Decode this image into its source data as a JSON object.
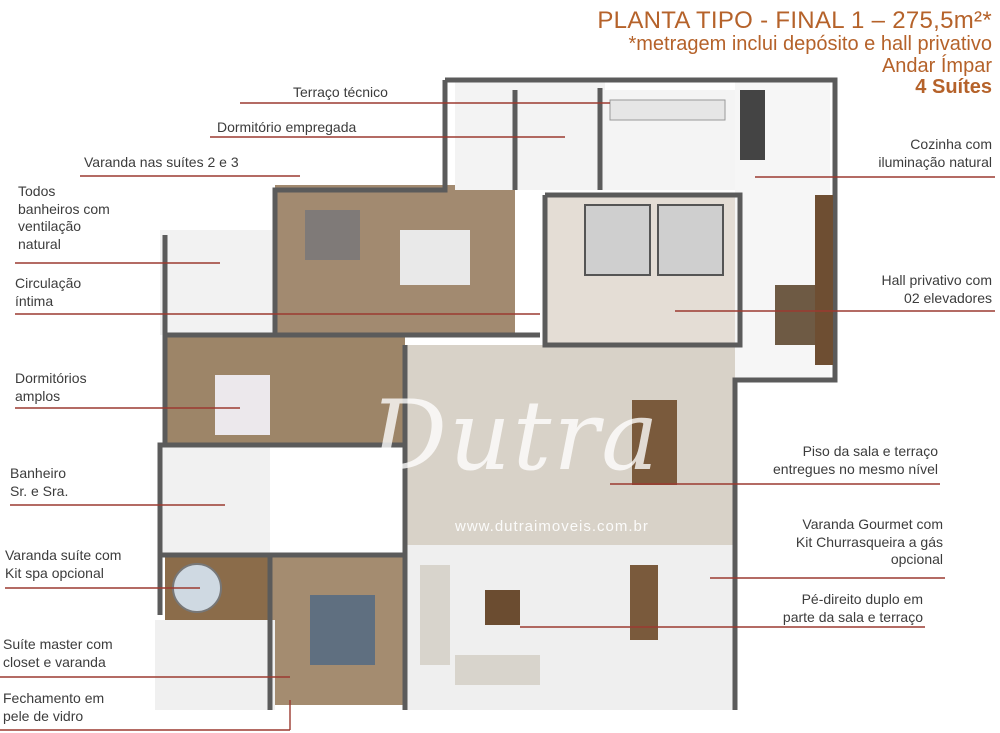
{
  "header": {
    "title": "PLANTA TIPO - FINAL 1 – 275,5m²*",
    "note": "*metragem inclui depósito e hall privativo",
    "floor": "Andar Ímpar",
    "suites": "4 Suítes"
  },
  "labels": {
    "terraco_tecnico": "Terraço técnico",
    "dormitorio_empregada": "Dormitório empregada",
    "varanda_suites": "Varanda nas suítes 2 e 3",
    "banheiros": "Todos\nbanheiros com\nventilação\nnatural",
    "circulacao": "Circulação\níntima",
    "dormitorios": "Dormitórios\namplos",
    "banheiro_sr": "Banheiro\nSr. e Sra.",
    "varanda_spa": "Varanda suíte com\nKit spa opcional",
    "suite_master": "Suíte master com\ncloset e varanda",
    "fechamento": "Fechamento em\npele de vidro",
    "cozinha": "Cozinha com\niluminação natural",
    "hall": "Hall privativo com\n02 elevadores",
    "piso": "Piso da sala e terraço\nentregues no mesmo nível",
    "varanda_gourmet": "Varanda Gourmet com\nKit Churrasqueira a gás\nopcional",
    "pe_direito": "Pé-direito duplo em\nparte da sala e terraço"
  },
  "watermark": {
    "logo": "Dutra",
    "url": "www.dutraimoveis.com.br"
  },
  "colors": {
    "accent": "#b5622a",
    "leader": "#9b3a30",
    "wall": "#5b5b5b",
    "wood": "#9a8266"
  }
}
